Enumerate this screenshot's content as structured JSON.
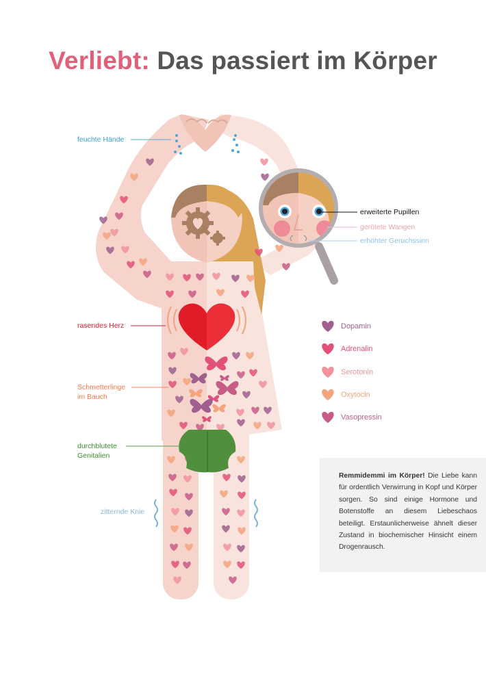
{
  "title": {
    "part1": "Verliebt:",
    "part2": "Das passiert im Körper"
  },
  "colors": {
    "skin_dark": "#f6d4cb",
    "skin_light": "#f9e3dd",
    "title_accent": "#e0607a",
    "title_gray": "#555555",
    "heart_red": "#e01c28",
    "leaf_green": "#4f8f3e",
    "hair_brown": "#a98062",
    "hair_blonde": "#dca455"
  },
  "labels": {
    "hands": "feuchte Hände",
    "pupils": "erweiterte Pupillen",
    "cheeks": "gerötete Wangen",
    "smell": "erhöhter Geruchssinn",
    "heart": "rasendes Herz",
    "butterflies": "Schmetterlinge\nim Bauch",
    "genitals": "durchblutete\nGenitalien",
    "knees": "zitternde Knie"
  },
  "legend": [
    {
      "label": "Dopamin",
      "color": "#a0608f"
    },
    {
      "label": "Adrenalin",
      "color": "#e25278"
    },
    {
      "label": "Serotonin",
      "color": "#f1929d"
    },
    {
      "label": "Oxytocin",
      "color": "#f3a47c"
    },
    {
      "label": "Vasopressin",
      "color": "#c75d87"
    }
  ],
  "info": {
    "bold": "Remmidemmi im Körper!",
    "text": " Die Liebe kann für ordentlich Verwirrung in Kopf und Körper sorgen. So sind einige Hormone und Botenstoffe an diesem Liebeschaos beteiligt. Erstaunlicherweise ähnelt dieser Zustand in biochemischer Hinsicht einem Drogenrausch."
  }
}
